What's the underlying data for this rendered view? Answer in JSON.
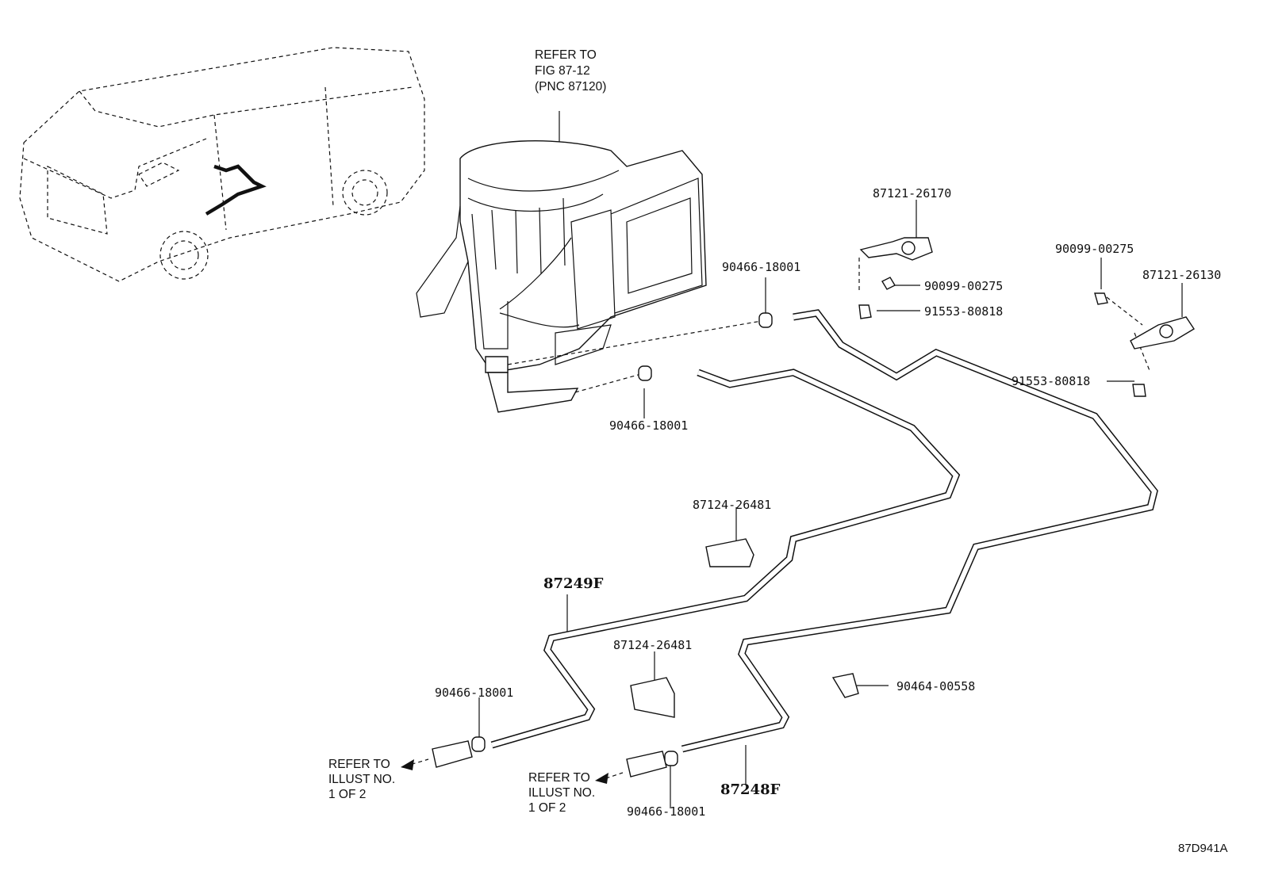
{
  "blower_ref": {
    "line1": "REFER TO",
    "line2": "FIG 87-12",
    "line3": "(PNC 87120)"
  },
  "parts": {
    "clamp_a": "87121-26170",
    "screw_a": "90099-00275",
    "bolt_a": "91553-80818",
    "clip_top": "90466-18001",
    "clip_mid": "90466-18001",
    "screw_b": "90099-00275",
    "clamp_b": "87121-26130",
    "bolt_b": "91553-80818",
    "clamp_block_1": "87124-26481",
    "clamp_block_2": "87124-26481",
    "hose_upper": "87249F",
    "hose_lower": "87248F",
    "clip_lower_left": "90466-18001",
    "clip_lower_right": "90466-18001",
    "clip_90464": "90464-00558"
  },
  "ref_left": "REFER TO\nILLUST NO.\n1 OF 2",
  "ref_right": "REFER TO\nILLUST NO.\n1 OF 2",
  "figure_code": "87D941A"
}
